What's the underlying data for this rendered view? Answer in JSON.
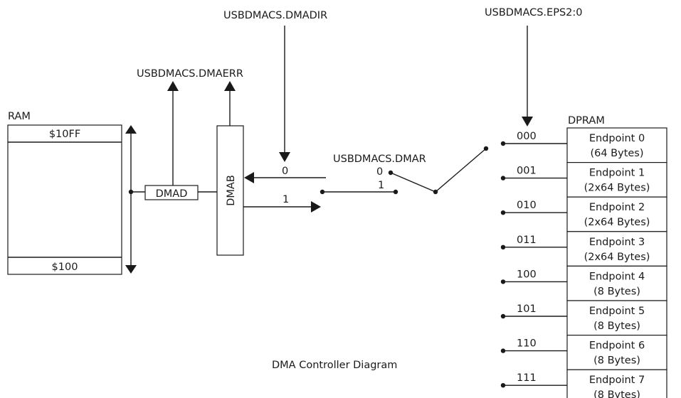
{
  "caption": "DMA Controller Diagram",
  "signals": {
    "dmadir": "USBDMACS.DMADIR",
    "eps": "USBDMACS.EPS2:0",
    "dmaerr": "USBDMACS.DMAERR",
    "dmar": "USBDMACS.DMAR"
  },
  "ram": {
    "label": "RAM",
    "top_addr": "$10FF",
    "bottom_addr": "$100"
  },
  "dmad": {
    "label": "DMAD"
  },
  "dmab": {
    "label": "DMAB"
  },
  "direction_labels": {
    "in": "0",
    "out": "1"
  },
  "dmar_switch": {
    "pos0": "0",
    "pos1": "1"
  },
  "dpram": {
    "label": "DPRAM",
    "endpoints": [
      {
        "code": "000",
        "name": "Endpoint 0",
        "size": "(64 Bytes)"
      },
      {
        "code": "001",
        "name": "Endpoint 1",
        "size": "(2x64 Bytes)"
      },
      {
        "code": "010",
        "name": "Endpoint 2",
        "size": "(2x64 Bytes)"
      },
      {
        "code": "011",
        "name": "Endpoint 3",
        "size": "(2x64 Bytes)"
      },
      {
        "code": "100",
        "name": "Endpoint 4",
        "size": "(8 Bytes)"
      },
      {
        "code": "101",
        "name": "Endpoint 5",
        "size": "(8 Bytes)"
      },
      {
        "code": "110",
        "name": "Endpoint 6",
        "size": "(8 Bytes)"
      },
      {
        "code": "111",
        "name": "Endpoint 7",
        "size": "(8 Bytes)"
      }
    ]
  }
}
